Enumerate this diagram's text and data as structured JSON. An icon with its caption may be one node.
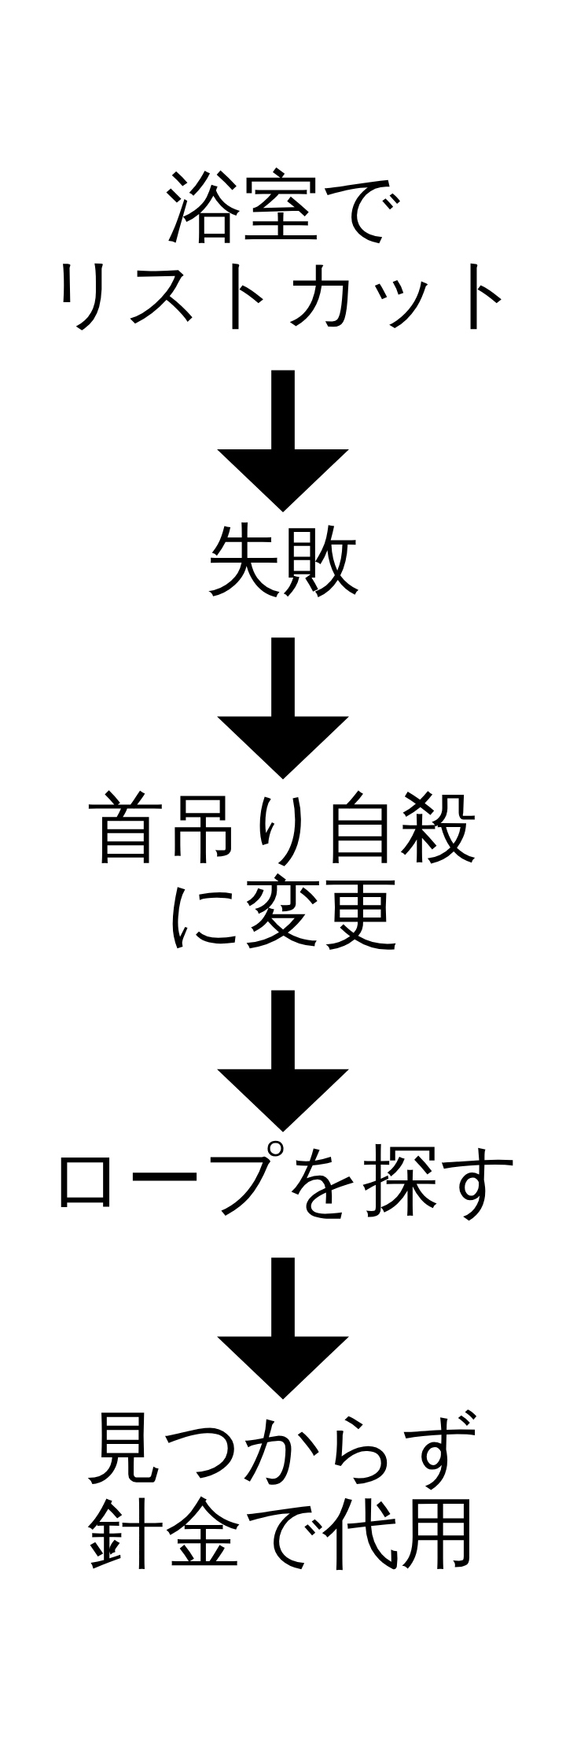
{
  "diagram": {
    "nodes": [
      {
        "text": [
          "浴室でリストカット"
        ]
      },
      {
        "text": [
          "失敗"
        ]
      },
      {
        "text": [
          "首吊り自殺に変更"
        ]
      },
      {
        "text": [
          "ロープを探す"
        ]
      },
      {
        "text": [
          "見つからず針金で代用"
        ]
      }
    ],
    "edges": [
      {
        "from": 0,
        "to": 1,
        "arrow": "to"
      },
      {
        "from": 1,
        "to": 2,
        "arrow": "to"
      },
      {
        "from": 2,
        "to": 3,
        "arrow": "to"
      },
      {
        "from": 3,
        "to": 4,
        "arrow": "to"
      }
    ]
  }
}
